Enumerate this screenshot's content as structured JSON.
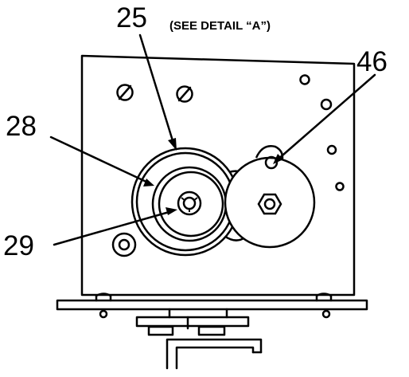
{
  "callouts": {
    "c25": "25",
    "c28": "28",
    "c29": "29",
    "c46": "46"
  },
  "detail_note": "(SEE DETAIL “A”)",
  "colors": {
    "ink": "#000000",
    "paper": "#ffffff"
  }
}
